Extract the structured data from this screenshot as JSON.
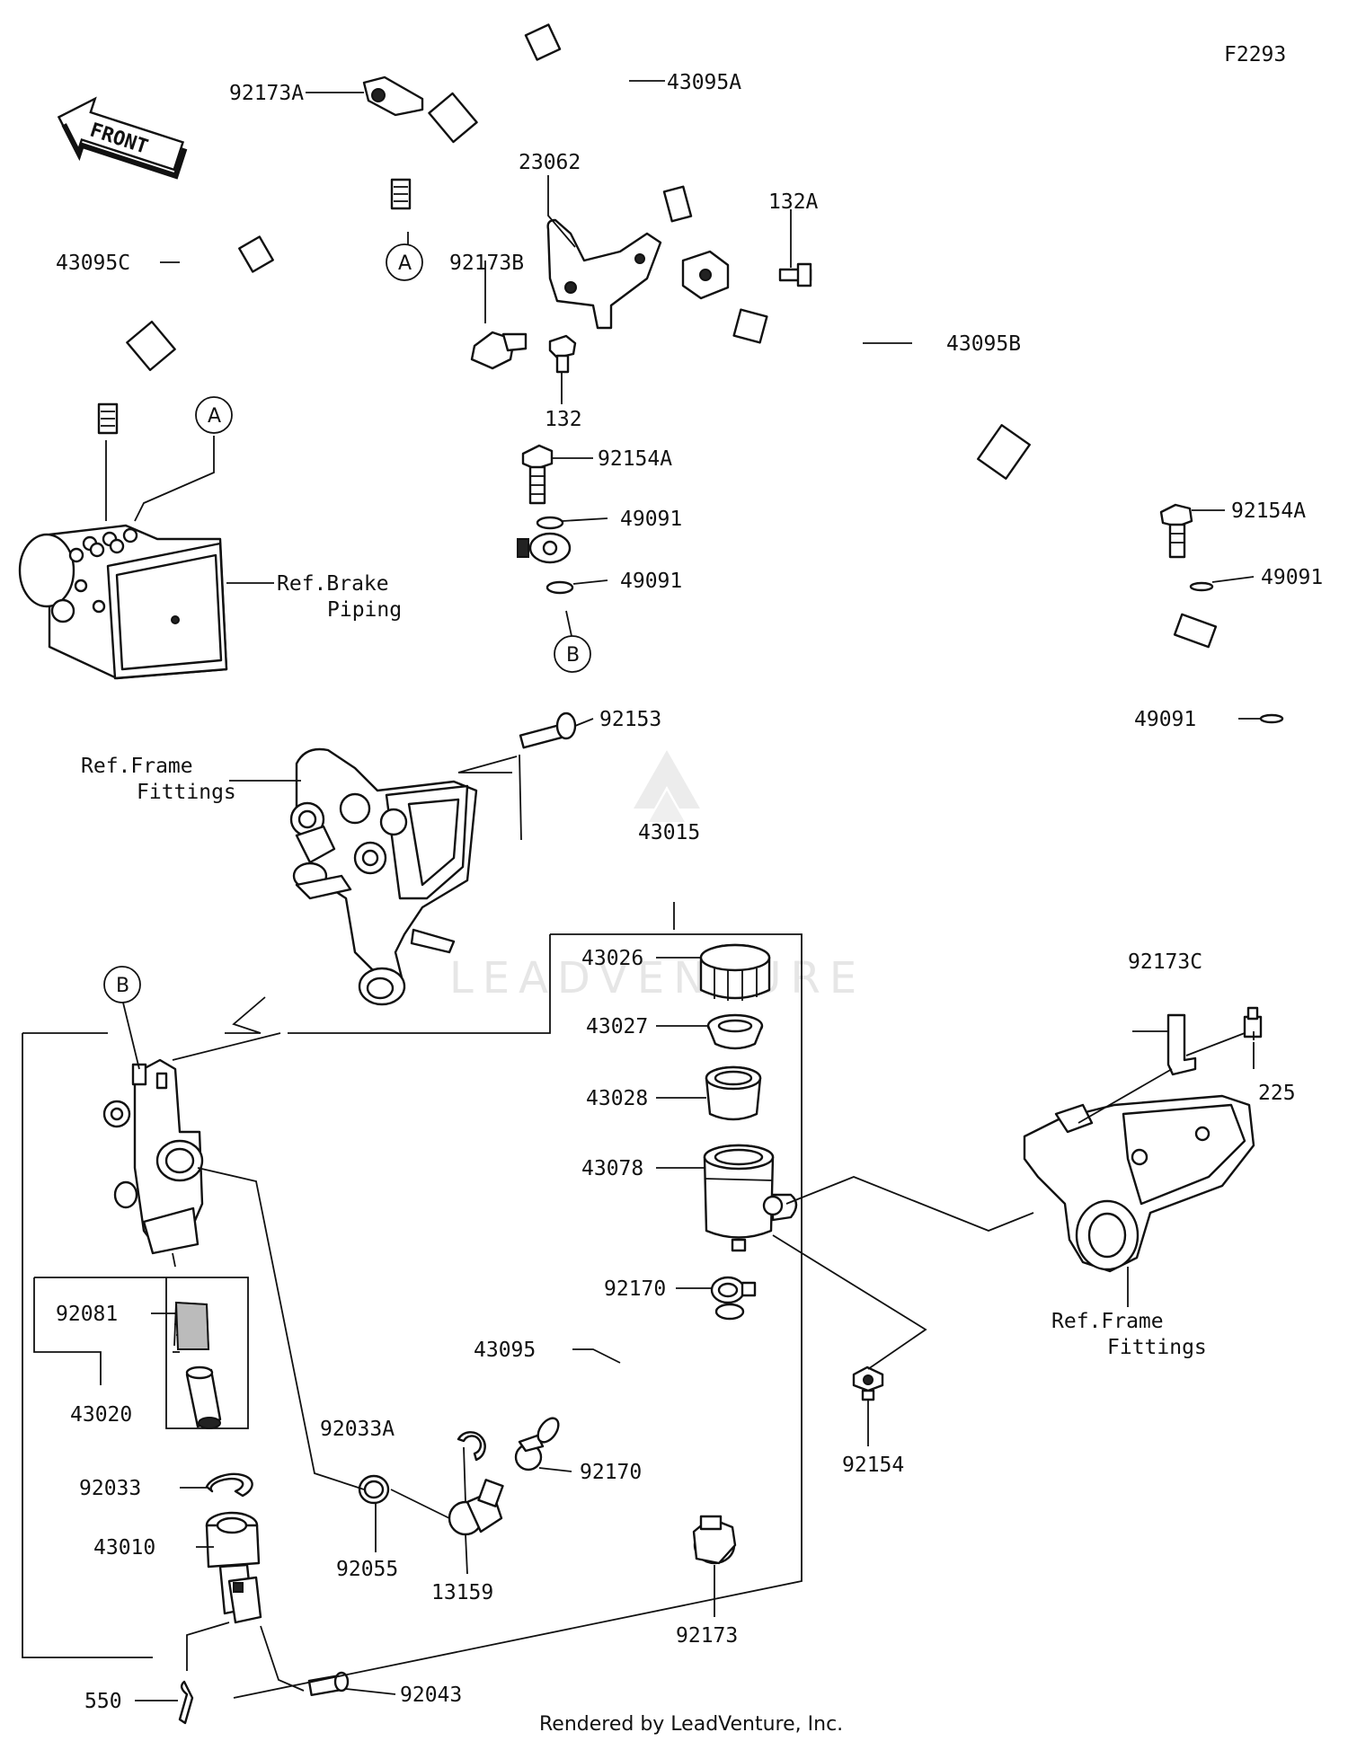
{
  "diagram": {
    "code": "F2293",
    "front_label": "FRONT",
    "watermark": "LEADVENTURE",
    "footer": "Rendered by LeadVenture, Inc.",
    "connectors": {
      "a1": "A",
      "a2": "A",
      "b1": "B",
      "b2": "B"
    },
    "labels": {
      "p92173A": "92173A",
      "p43095A": "43095A",
      "p23062": "23062",
      "p132A": "132A",
      "p92173B": "92173B",
      "p43095C": "43095C",
      "p43095B": "43095B",
      "p132": "132",
      "p92154A_1": "92154A",
      "p49091_1": "49091",
      "p49091_2": "49091",
      "p92154A_2": "92154A",
      "p49091_3": "49091",
      "p49091_4": "49091",
      "p92153": "92153",
      "p43015": "43015",
      "p43026": "43026",
      "p43027": "43027",
      "p43028": "43028",
      "p43078": "43078",
      "p92170_1": "92170",
      "p43095": "43095",
      "p92154": "92154",
      "p92173C": "92173C",
      "p225": "225",
      "p92081": "92081",
      "p43020": "43020",
      "p92033A": "92033A",
      "p92170_2": "92170",
      "p92033": "92033",
      "p92055": "92055",
      "p13159": "13159",
      "p43010": "43010",
      "p92173": "92173",
      "p550": "550",
      "p92043": "92043"
    },
    "refs": {
      "brake_line1": "Ref.Brake",
      "brake_line2": "Piping",
      "frame1_line1": "Ref.Frame",
      "frame1_line2": "Fittings",
      "frame2_line1": "Ref.Frame",
      "frame2_line2": "Fittings"
    }
  }
}
